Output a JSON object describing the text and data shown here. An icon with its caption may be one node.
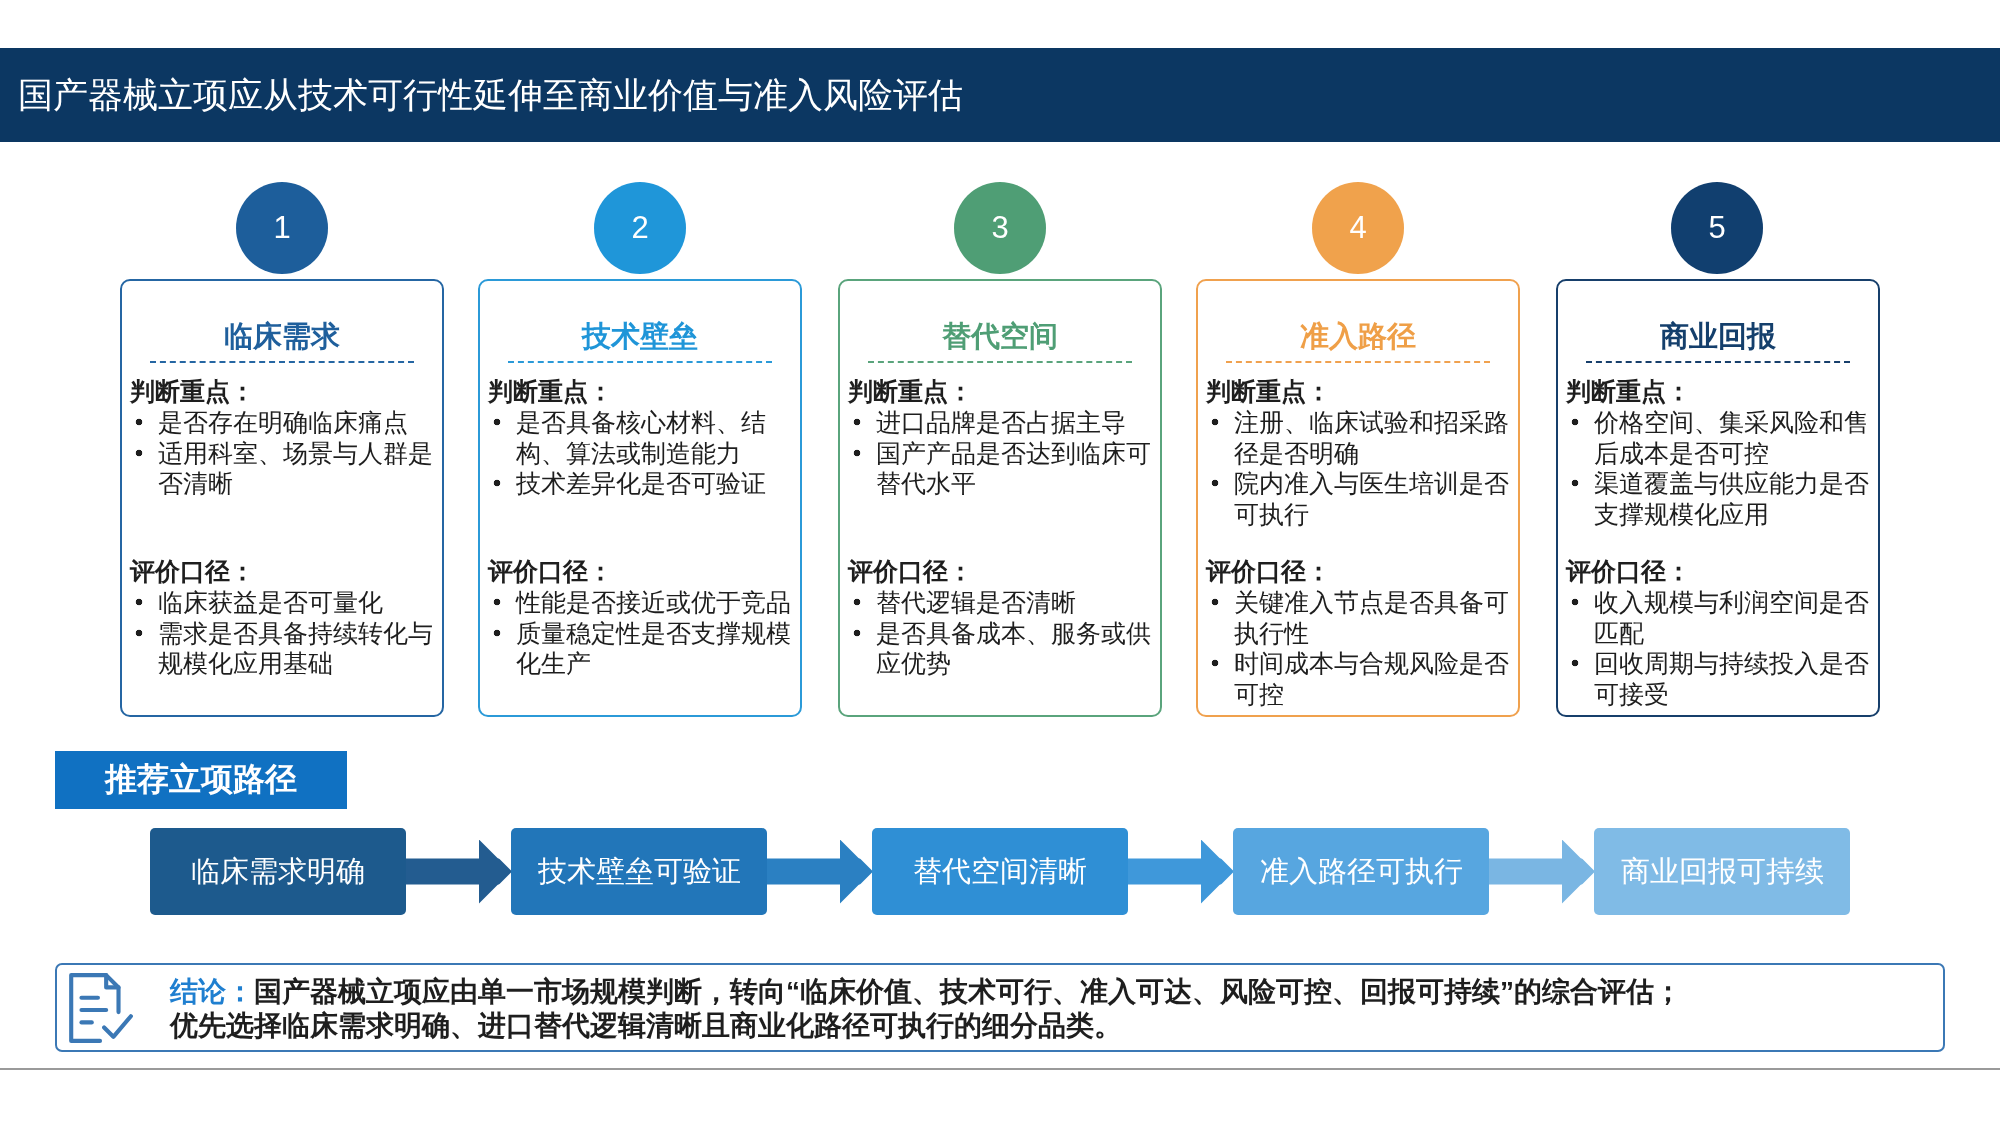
{
  "diagram": {
    "title": "国产器械立项应从技术可行性延伸至商业价值与准入风险评估",
    "nodes": [
      {
        "text": [
          "1"
        ]
      },
      {
        "text": [
          "临床需求",
          "判断重点：",
          "是否存在明确临床痛点",
          "适用科室、场景与人群是否清晰",
          "评价口径：",
          "临床获益是否可量化",
          "需求是否具备持续转化与规模化应用基础"
        ]
      },
      {
        "text": [
          "2"
        ]
      },
      {
        "text": [
          "技术壁垒",
          "判断重点：",
          "是否具备核心材料、结构、算法或制造能力",
          "技术差异化是否可验证",
          "评价口径：",
          "性能是否接近或优于竞品",
          "质量稳定性是否支撑规模化生产"
        ]
      },
      {
        "text": [
          "3"
        ]
      },
      {
        "text": [
          "替代空间",
          "判断重点：",
          "进口品牌是否占据主导",
          "国产产品是否达到临床可替代水平",
          "评价口径：",
          "替代逻辑是否清晰",
          "是否具备成本、服务或供应优势"
        ]
      },
      {
        "text": [
          "4"
        ]
      },
      {
        "text": [
          "准入路径",
          "判断重点：",
          "注册、临床试验和招采路径是否明确",
          "院内准入与医生培训是否可执行",
          "评价口径：",
          "关键准入节点是否具备可执行性",
          "时间成本与合规风险是否可控"
        ]
      },
      {
        "text": [
          "5"
        ]
      },
      {
        "text": [
          "商业回报",
          "判断重点：",
          "价格空间、集采风险和售后成本是否可控",
          "渠道覆盖与供应能力是否支撑规模化应用",
          "评价口径：",
          "收入规模与利润空间是否匹配",
          "回收周期与持续投入是否可接受"
        ]
      },
      {
        "text": [
          "推荐立项路径"
        ]
      },
      {
        "text": [
          "临床需求明确"
        ]
      },
      {
        "text": [
          "技术壁垒可验证"
        ]
      },
      {
        "text": [
          "替代空间清晰"
        ]
      },
      {
        "text": [
          "准入路径可执行"
        ]
      },
      {
        "text": [
          "商业回报可持续"
        ]
      },
      {
        "text": [
          "结论：",
          "国产器械立项应由单一市场规模判断，转向“临床价值、技术可行、准入可达、风险可控、回报可持续”的综合评估；",
          "优先选择临床需求明确、进口替代逻辑清晰且商业化路径可执行的细分品类。"
        ]
      }
    ],
    "edges": [
      {
        "from": 11,
        "to": 12,
        "arrow": "to",
        "color": "#235c90"
      },
      {
        "from": 12,
        "to": 13,
        "arrow": "to",
        "color": "#2b80c2"
      },
      {
        "from": 13,
        "to": 14,
        "arrow": "to",
        "color": "#3f98da"
      },
      {
        "from": 14,
        "to": 15,
        "arrow": "to",
        "color": "#7ab6e3"
      }
    ]
  }
}
